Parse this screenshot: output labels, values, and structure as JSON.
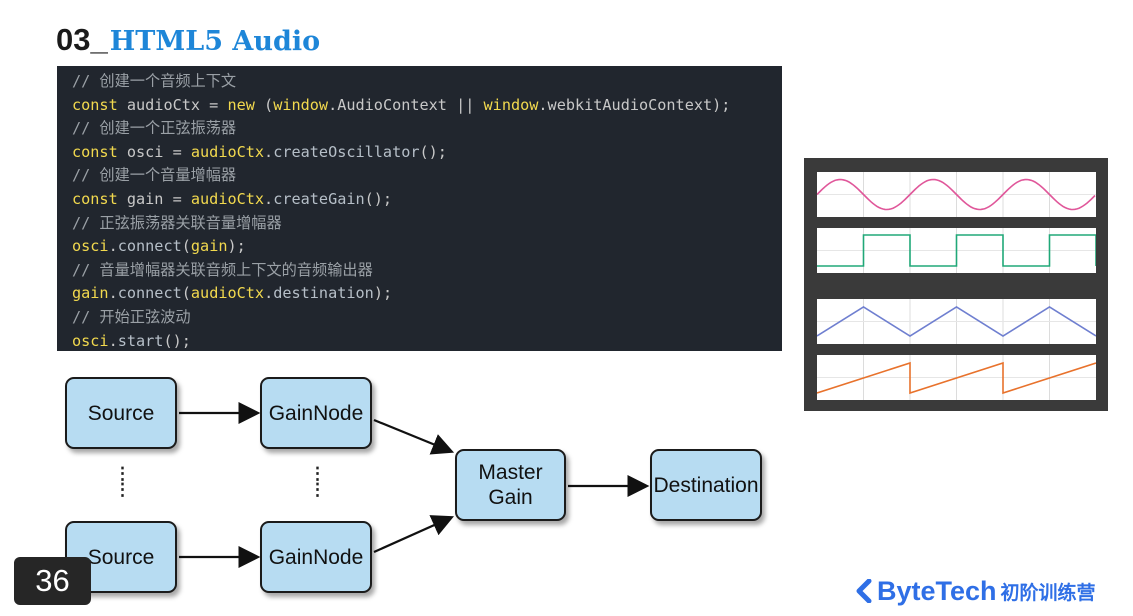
{
  "title": {
    "number": "03_",
    "text": "HTML5 Audio"
  },
  "code": [
    {
      "type": "comment",
      "text": "// 创建一个音频上下文"
    },
    {
      "type": "code",
      "parts": [
        {
          "c": "k",
          "t": "const "
        },
        {
          "c": "p",
          "t": "audioCtx = "
        },
        {
          "c": "k",
          "t": "new "
        },
        {
          "c": "p",
          "t": "("
        },
        {
          "c": "k",
          "t": "window"
        },
        {
          "c": "p",
          "t": ".AudioContext || "
        },
        {
          "c": "k",
          "t": "window"
        },
        {
          "c": "p",
          "t": ".webkitAudioContext);"
        }
      ]
    },
    {
      "type": "comment",
      "text": "// 创建一个正弦振荡器"
    },
    {
      "type": "code",
      "parts": [
        {
          "c": "k",
          "t": "const "
        },
        {
          "c": "p",
          "t": "osci = "
        },
        {
          "c": "k",
          "t": "audioCtx"
        },
        {
          "c": "p",
          "t": "."
        },
        {
          "c": "f",
          "t": "createOscillator"
        },
        {
          "c": "p",
          "t": "();"
        }
      ]
    },
    {
      "type": "comment",
      "text": "// 创建一个音量增幅器"
    },
    {
      "type": "code",
      "parts": [
        {
          "c": "k",
          "t": "const "
        },
        {
          "c": "p",
          "t": "gain = "
        },
        {
          "c": "k",
          "t": "audioCtx"
        },
        {
          "c": "p",
          "t": "."
        },
        {
          "c": "f",
          "t": "createGain"
        },
        {
          "c": "p",
          "t": "();"
        }
      ]
    },
    {
      "type": "comment",
      "text": "// 正弦振荡器关联音量增幅器"
    },
    {
      "type": "code",
      "parts": [
        {
          "c": "k",
          "t": "osci"
        },
        {
          "c": "p",
          "t": "."
        },
        {
          "c": "f",
          "t": "connect"
        },
        {
          "c": "p",
          "t": "("
        },
        {
          "c": "k",
          "t": "gain"
        },
        {
          "c": "p",
          "t": ");"
        }
      ]
    },
    {
      "type": "comment",
      "text": "// 音量增幅器关联音频上下文的音频输出器"
    },
    {
      "type": "code",
      "parts": [
        {
          "c": "k",
          "t": "gain"
        },
        {
          "c": "p",
          "t": "."
        },
        {
          "c": "f",
          "t": "connect"
        },
        {
          "c": "p",
          "t": "("
        },
        {
          "c": "k",
          "t": "audioCtx"
        },
        {
          "c": "p",
          "t": "."
        },
        {
          "c": "f",
          "t": "destination"
        },
        {
          "c": "p",
          "t": ");"
        }
      ]
    },
    {
      "type": "comment",
      "text": "// 开始正弦波动"
    },
    {
      "type": "code",
      "parts": [
        {
          "c": "k",
          "t": "osci"
        },
        {
          "c": "p",
          "t": "."
        },
        {
          "c": "f",
          "t": "start"
        },
        {
          "c": "p",
          "t": "();"
        }
      ]
    }
  ],
  "waveforms": [
    {
      "kind": "sine",
      "color": "#e0579a"
    },
    {
      "kind": "square",
      "color": "#20a878"
    },
    {
      "kind": "triangle",
      "color": "#6f7fd0"
    },
    {
      "kind": "sawtooth",
      "color": "#e8722c"
    }
  ],
  "diagram": {
    "source1": "Source",
    "gain1": "GainNode",
    "source2": "Source",
    "gain2": "GainNode",
    "master_line1": "Master",
    "master_line2": "Gain",
    "destination": "Destination",
    "ellipsis": "⋮"
  },
  "page_number": "36",
  "brand": {
    "name": "ByteTech",
    "tagline": "初阶训练营"
  },
  "colors": {
    "accent": "#1e86d8",
    "node_fill": "#b7dcf2",
    "brand": "#2f6fe6"
  }
}
